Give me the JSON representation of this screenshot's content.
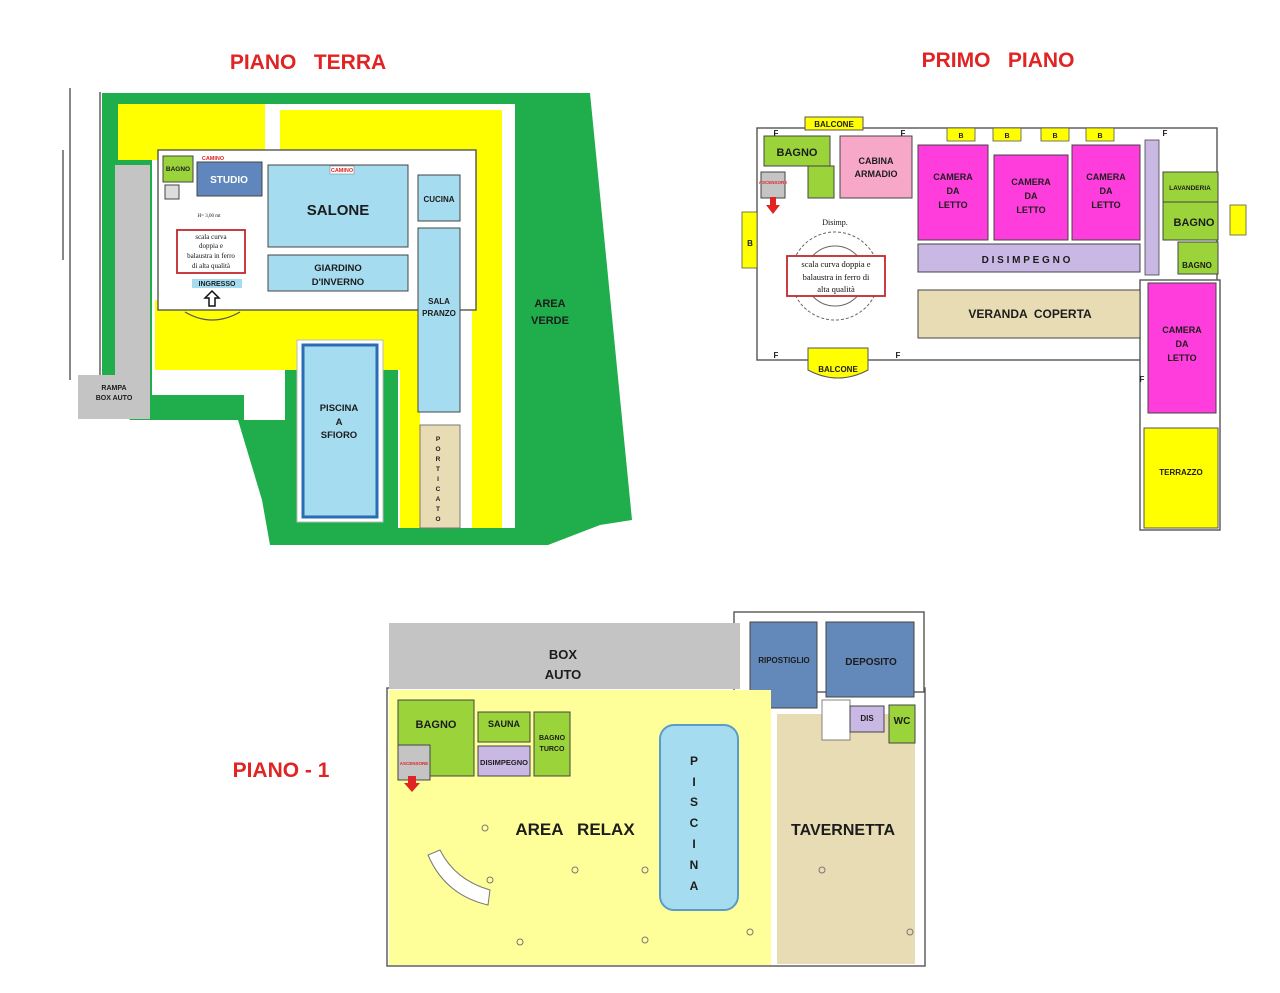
{
  "floors": {
    "ground": {
      "title": "PIANO   TERRA",
      "rooms": {
        "bagno": "BAGNO",
        "camino_studio": "CAMINO",
        "studio": "STUDIO",
        "camino_salone": "CAMINO",
        "salone": "SALONE",
        "cucina": "CUCINA",
        "height_note": "H= 3,00 mt",
        "stair_note": [
          "scala curva",
          "doppia e",
          "balaustra in ferro",
          "di alta qualità"
        ],
        "ingresso": "INGRESSO",
        "giardino": [
          "GIARDINO",
          "D'INVERNO"
        ],
        "sala_pranzo": [
          "SALA",
          "PRANZO"
        ],
        "area_verde": [
          "AREA",
          "VERDE"
        ],
        "rampa": [
          "RAMPA",
          "BOX AUTO"
        ],
        "piscina": [
          "PISCINA",
          "A",
          "SFIORO"
        ],
        "porticato": [
          "P",
          "O",
          "R",
          "T",
          "I",
          "C",
          "A",
          "T",
          "O"
        ]
      }
    },
    "first": {
      "title": "PRIMO   PIANO",
      "rooms": {
        "balcone_top": "BALCONE",
        "bagno": "BAGNO",
        "cabina": [
          "CABINA",
          "ARMADIO"
        ],
        "camera1": [
          "CAMERA",
          "DA",
          "LETTO"
        ],
        "camera2": [
          "CAMERA",
          "DA",
          "LETTO"
        ],
        "camera3": [
          "CAMERA",
          "DA",
          "LETTO"
        ],
        "lavanderia": "LAVANDERIA",
        "bagno_right": "BAGNO",
        "bagno_small": "BAGNO",
        "disimp": "Disimp.",
        "stair_note": [
          "scala curva doppia e",
          "balaustra in ferro di",
          "alta qualità"
        ],
        "ascensore": "ASCENSORE",
        "disimpegno": "D I S I M P E G N O",
        "veranda": "VERANDA  COPERTA",
        "camera4": [
          "CAMERA",
          "DA",
          "LETTO"
        ],
        "balcone_bottom": "BALCONE",
        "terrazzo": "TERRAZZO",
        "b_marker": "B",
        "f_marker": "F"
      }
    },
    "basement": {
      "title": "PIANO - 1",
      "rooms": {
        "box_auto": [
          "BOX",
          "AUTO"
        ],
        "ripostiglio": "RIPOSTIGLIO",
        "deposito": "DEPOSITO",
        "bagno": "BAGNO",
        "sauna": "SAUNA",
        "bagno_turco": [
          "BAGNO",
          "TURCO"
        ],
        "disimpegno": "DISIMPEGNO",
        "ascensore": "ASCENSORE",
        "dis": "DIS",
        "wc": "WC",
        "area_relax": "AREA   RELAX",
        "piscina": [
          "P",
          "I",
          "S",
          "C",
          "I",
          "N",
          "A"
        ],
        "tavernetta": "TAVERNETTA"
      }
    }
  },
  "colors": {
    "green_area": "#1fae4b",
    "yellow": "#ffff00",
    "light_blue": "#a6dcef",
    "studio_blue": "#5f87bd",
    "lime": "#9ad43a",
    "magenta": "#ff3cdc",
    "pink": "#f7a8c9",
    "lavender": "#c9b8e3",
    "tan": "#e8dcb5",
    "pale_yellow": "#ffff99",
    "grey": "#c4c4c4",
    "storage_blue": "#6389ba",
    "title_red": "#e02424"
  }
}
